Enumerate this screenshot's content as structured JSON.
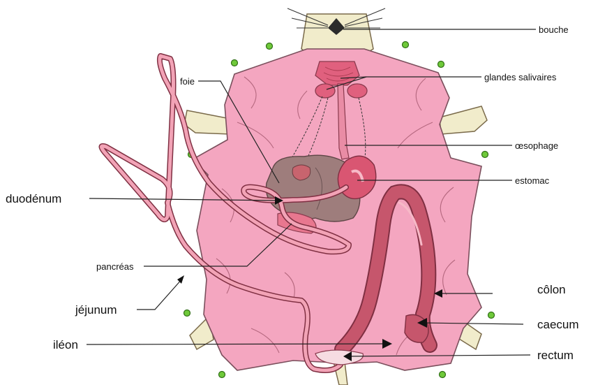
{
  "labels": {
    "bouche": "bouche",
    "glandes": "glandes salivaires",
    "foie": "foie",
    "oesophage": "œsophage",
    "estomac": "estomac",
    "duodenum": "duodénum",
    "pancreas": "pancréas",
    "jejunum": "jéjunum",
    "colon": "côlon",
    "caecum": "caecum",
    "ileon": "iléon",
    "rectum": "rectum"
  },
  "colors": {
    "skin": "#f4a6c0",
    "skin_edge": "#7a4f5c",
    "fur": "#f1eccb",
    "liver": "#9e7d7c",
    "intestine": "#e98ca5",
    "colon": "#c6566c",
    "pin": "#6fc93a"
  }
}
